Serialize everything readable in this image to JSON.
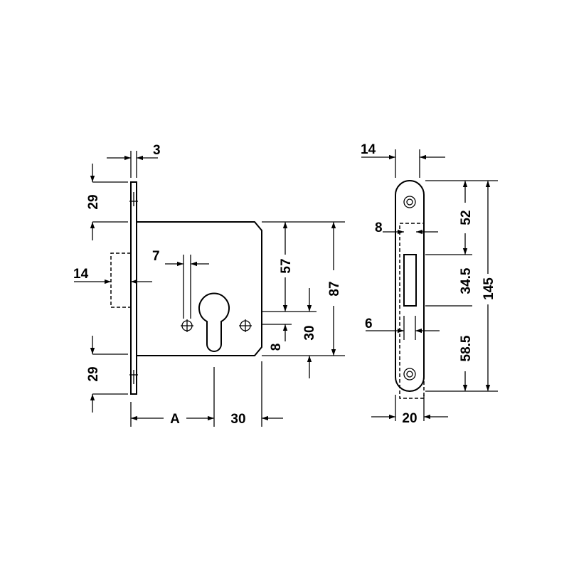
{
  "side_view": {
    "dims": {
      "faceplate_thickness": "3",
      "top_offset": "29",
      "bottom_offset": "29",
      "bolt_width": "14",
      "pin_width": "7",
      "backset": "A",
      "case_depth": "30",
      "cylinder_to_top": "57",
      "cylinder_height": "30",
      "cylinder_small": "8",
      "case_height": "87"
    }
  },
  "front_view": {
    "dims": {
      "bolt_width": "14",
      "latch_width": "8",
      "top_to_latch": "52",
      "latch_height": "34.5",
      "latch_to_bottom": "58.5",
      "total_height": "145",
      "bottom_width": "6",
      "faceplate_width": "20"
    }
  },
  "colors": {
    "line": "#000000",
    "background": "#ffffff"
  }
}
